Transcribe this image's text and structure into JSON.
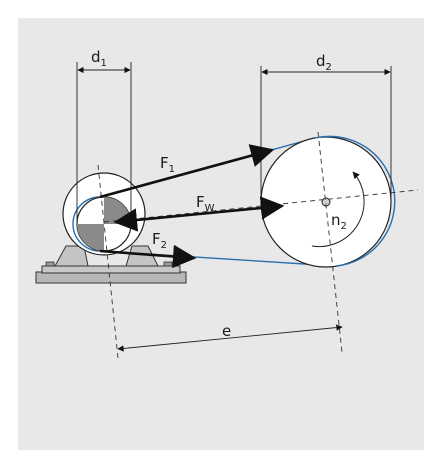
{
  "labels": {
    "d1": {
      "main": "d",
      "sub": "1"
    },
    "d2": {
      "main": "d",
      "sub": "2"
    },
    "f1": {
      "main": "F",
      "sub": "1"
    },
    "fw": {
      "main": "F",
      "sub": "W"
    },
    "f2": {
      "main": "F",
      "sub": "2"
    },
    "n2": {
      "main": "n",
      "sub": "2"
    },
    "e": "e"
  },
  "colors": {
    "panel": "#e8e8e8",
    "belt": "#2a6fae",
    "line": "#111111",
    "pulley_fill": "#ffffff",
    "sector": "#8a8a8a",
    "base": "#b8b8b8"
  }
}
